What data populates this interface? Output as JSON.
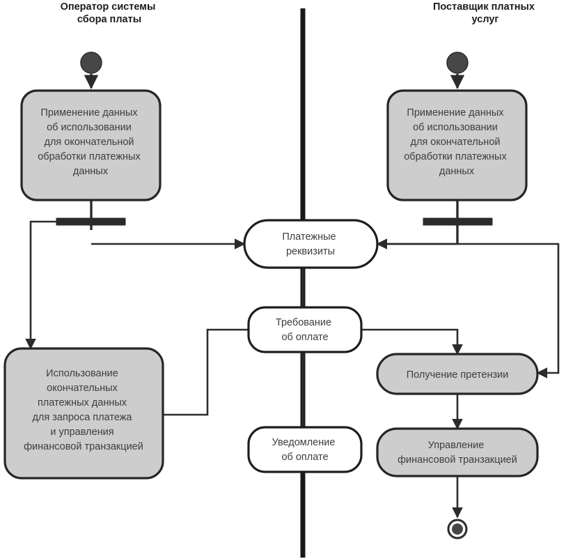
{
  "diagram": {
    "type": "uml-activity-diagram",
    "title": "",
    "background_color": "#ffffff",
    "colors": {
      "action_fill": "#cdcdcd",
      "object_fill": "#ffffff",
      "stroke": "#262626",
      "text": "#3d3d3d",
      "title_text": "#1c1c1c",
      "node_mark": "#474747"
    }
  },
  "lanes": [
    {
      "id": "lane-left",
      "title": "Оператор системы\nсбора платы",
      "title_line1": "Оператор системы",
      "title_line2": "сбора платы"
    },
    {
      "id": "lane-right",
      "title": "Поставщик платных\nуслуг",
      "title_line1": "Поставщик платных",
      "title_line2": "услуг"
    }
  ],
  "nodes": {
    "initial_left": {
      "kind": "initial-node",
      "label": ""
    },
    "initial_right": {
      "kind": "initial-node",
      "label": ""
    },
    "action_left_top": {
      "kind": "action",
      "lines": [
        "Применение данных",
        "об использовании",
        "для окончательной",
        "обработки платежных",
        "данных"
      ]
    },
    "action_right_top": {
      "kind": "action",
      "lines": [
        "Применение данных",
        "об использовании",
        "для окончательной",
        "обработки платежных",
        "данных"
      ]
    },
    "object_payment_details": {
      "kind": "object-node",
      "lines": [
        "Платежные",
        "реквизиты"
      ]
    },
    "object_payment_request": {
      "kind": "object-node",
      "lines": [
        "Требование",
        "об оплате"
      ]
    },
    "object_payment_notice": {
      "kind": "object-node",
      "lines": [
        "Уведомление",
        "об оплате"
      ]
    },
    "action_left_bottom": {
      "kind": "action",
      "lines": [
        "Использование",
        "окончательных",
        "платежных данных",
        "для запроса платежа",
        "и управления",
        "финансовой транзакцией"
      ]
    },
    "action_receive_claim": {
      "kind": "action",
      "lines": [
        "Получение претензии"
      ]
    },
    "action_manage_transaction": {
      "kind": "action",
      "lines": [
        "Управление",
        "финансовой транзакцией"
      ]
    },
    "fork_left": {
      "kind": "fork-bar",
      "label": ""
    },
    "fork_right": {
      "kind": "fork-bar",
      "label": ""
    },
    "final_node": {
      "kind": "activity-final-node",
      "label": ""
    }
  }
}
